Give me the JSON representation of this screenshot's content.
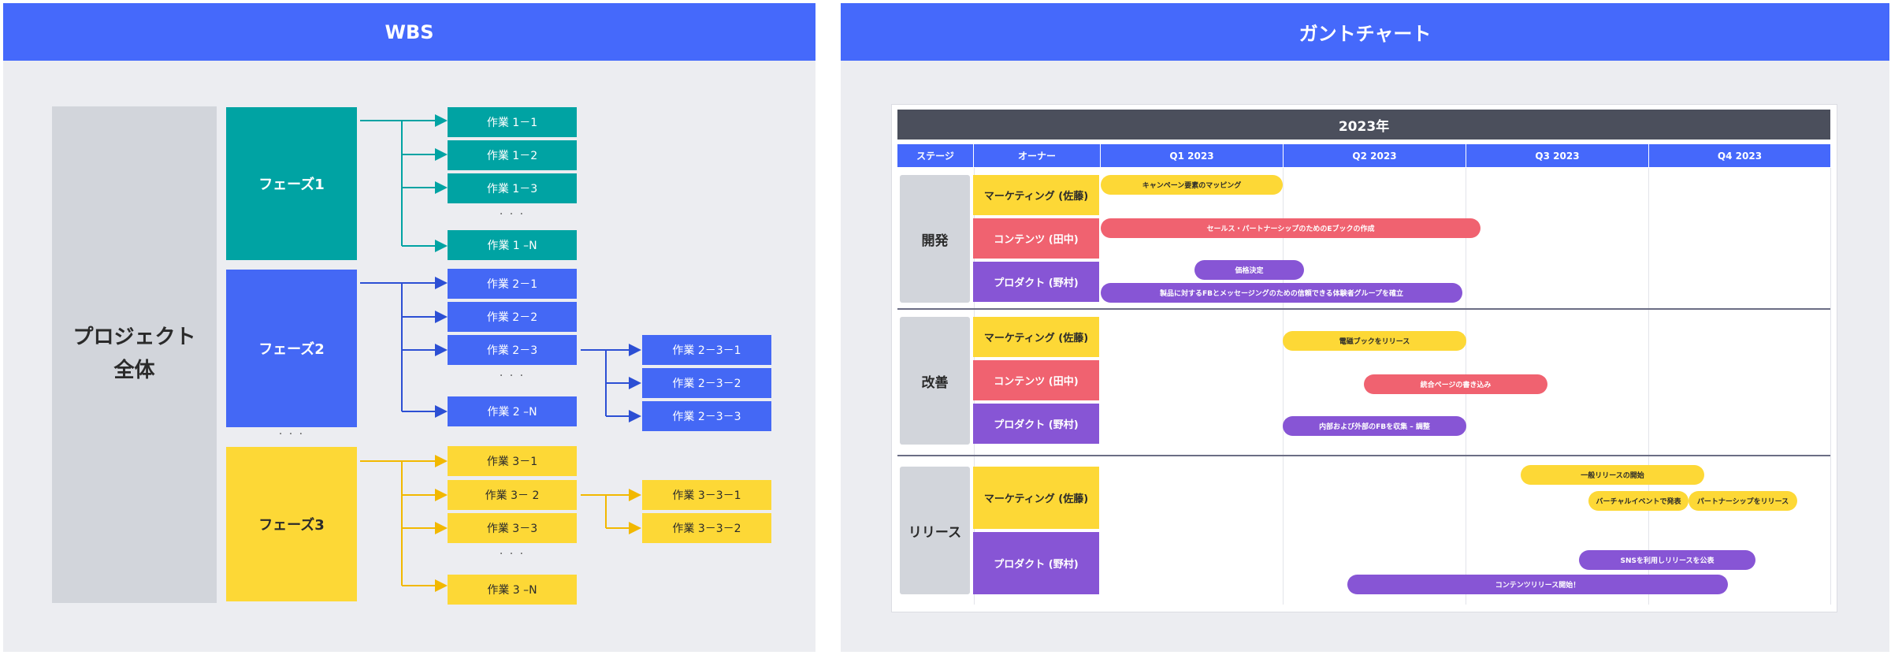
{
  "wbs": {
    "title": "WBS",
    "project": "プロジェクト\n全体",
    "phase1": "フェーズ1",
    "phase2": "フェーズ2",
    "phase3": "フェーズ3",
    "phase_dots": "· · ·",
    "tasks1": [
      "作業 1－1",
      "作業 1－2",
      "作業 1－3",
      "作業 1 –N"
    ],
    "tasks2": [
      "作業 2－1",
      "作業 2－2",
      "作業 2－3",
      "作業 2 –N"
    ],
    "tasks23": [
      "作業 2－3－1",
      "作業 2－3－2",
      "作業 2－3－3"
    ],
    "tasks3": [
      "作業 3－1",
      "作業 3－ 2",
      "作業 3－3",
      "作業 3 –N"
    ],
    "tasks32": [
      "作業 3－3－1",
      "作業 3－3－2"
    ],
    "dots": "· · ·"
  },
  "gantt": {
    "title": "ガントチャート",
    "year": "2023年",
    "headers": [
      "ステージ",
      "オーナー",
      "Q1 2023",
      "Q2 2023",
      "Q3 2023",
      "Q4 2023"
    ],
    "stages": [
      "開発",
      "改善",
      "リリース"
    ],
    "owners": {
      "marketing": "マーケティング (佐藤)",
      "content": "コンテンツ (田中)",
      "product": "プロダクト (野村)"
    },
    "tasks": {
      "t1": "キャンペーン要素のマッピング",
      "t2": "セールス・パートナーシップのためのEブックの作成",
      "t3": "価格決定",
      "t4": "製品に対するFBとメッセージングのための信頼できる体験者グループを確立",
      "t5": "電磁ブックをリリース",
      "t6": "統合ページの書き込み",
      "t7": "内部および外部のFBを収集 – 調整",
      "t8": "一般リリースの開始",
      "t9": "バーチャルイベントで発表",
      "t10": "パートナーシップをリリース",
      "t11": "SNSを利用しリリースを公表",
      "t12": "コンテンツリリース開始！"
    }
  },
  "colors": {
    "header": "#4569fb",
    "teal": "#00a3a3",
    "blue": "#4468f5",
    "yellow": "#fdd836",
    "red": "#f06270",
    "purple": "#8755d5",
    "year_bar": "#4b4f5c"
  }
}
